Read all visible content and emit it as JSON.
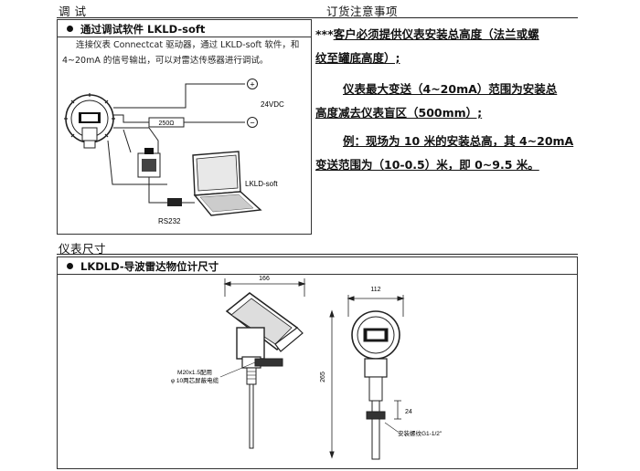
{
  "debug": {
    "title": "调    试",
    "subtitle": "通过调试软件 LKLD-soft",
    "text_line1": "连接仪表 Connectcat 驱动器，通过 LKLD-soft 软件，和",
    "text_line2": "4~20mA 的信号输出，可以对雷达传感器进行调试。",
    "wiring": {
      "resistor_label": "250Ω",
      "voltage_label": "24VDC",
      "plus_sign": "+",
      "minus_sign": "−",
      "rs232_label": "RS232",
      "software_label": "LKLD-soft"
    }
  },
  "order": {
    "title": "订货注意事项",
    "line1_prefix": "***",
    "line1_text": "客户必须提供仪表安装总高度（法兰或螺",
    "line2_text": "纹至罐底高度）;",
    "line3_text": "仪表最大变送（4~20mA）范围为安装总",
    "line4_text": "高度减去仪表盲区（500mm）;",
    "line5_text": "例：现场为 10 米的安装总高，其 4~20mA",
    "line6_text": "变送范围为（10-0.5）米，即 0~9.5 米。"
  },
  "dims": {
    "title": "仪表尺寸",
    "subtitle": "LKDLD-导波雷达物位计尺寸",
    "width_side": "166",
    "width_front": "112",
    "height_total": "265",
    "thread_len": "24",
    "cable_note1": "M20x1.5配用",
    "cable_note2": "φ 10两芯屏蔽电缆",
    "thread_note": "安装螺纹G1-1/2\""
  }
}
